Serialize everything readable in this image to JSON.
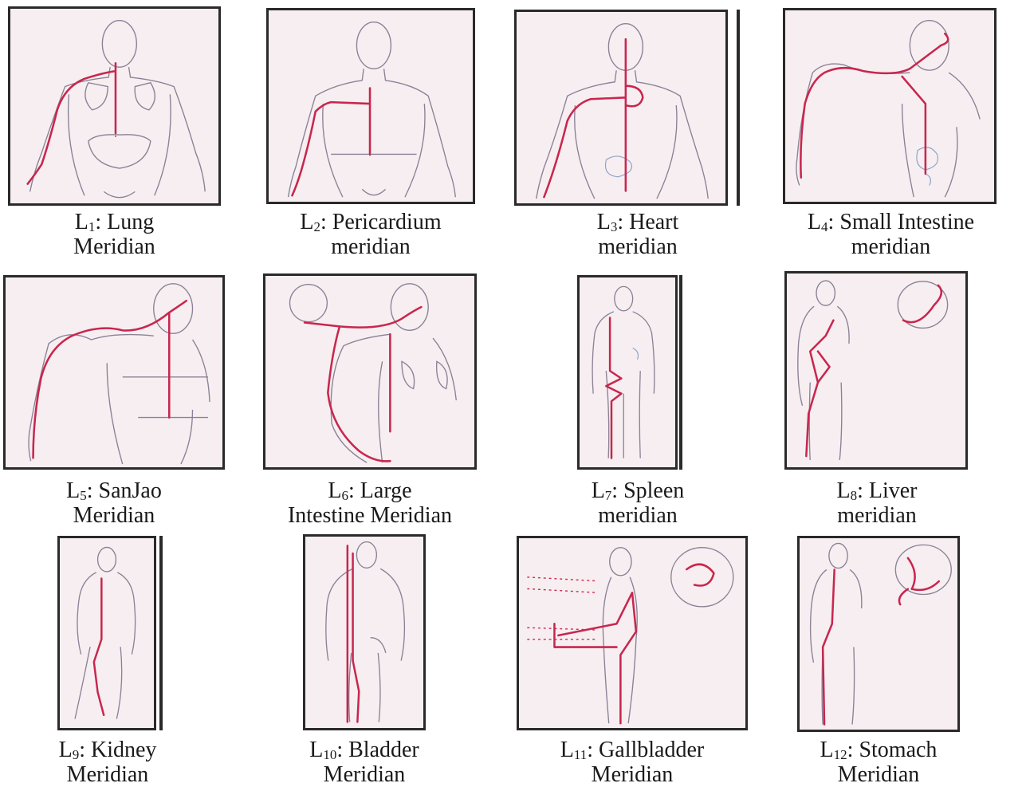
{
  "colors": {
    "meridian": "#c8264f",
    "sketch": "#8a8296",
    "frame": "#2a2a2a",
    "paper": "#f6eef0"
  },
  "panels": [
    {
      "code": "L",
      "sub": "1",
      "title": "Lung",
      "line2": "Meridian"
    },
    {
      "code": "L",
      "sub": "2",
      "title": "Pericardium",
      "line2": "meridian"
    },
    {
      "code": "L",
      "sub": "3",
      "title": "Heart",
      "line2": "meridian"
    },
    {
      "code": "L",
      "sub": "4",
      "title": "Small Intestine",
      "line2": "meridian"
    },
    {
      "code": "L",
      "sub": "5",
      "title": "SanJao",
      "line2": "Meridian"
    },
    {
      "code": "L",
      "sub": "6",
      "title": "Large",
      "line2": "Intestine Meridian"
    },
    {
      "code": "L",
      "sub": "7",
      "title": "Spleen",
      "line2": "meridian"
    },
    {
      "code": "L",
      "sub": "8",
      "title": "Liver",
      "line2": "meridian"
    },
    {
      "code": "L",
      "sub": "9",
      "title": "Kidney",
      "line2": "Meridian"
    },
    {
      "code": "L",
      "sub": "10",
      "title": "Bladder",
      "line2": "Meridian"
    },
    {
      "code": "L",
      "sub": "11",
      "title": "Gallbladder",
      "line2": "Meridian"
    },
    {
      "code": "L",
      "sub": "12",
      "title": "Stomach",
      "line2": "Meridian"
    }
  ]
}
